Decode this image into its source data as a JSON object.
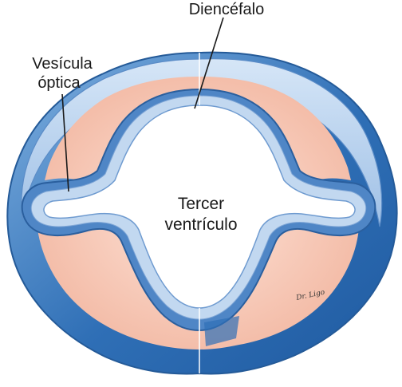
{
  "labels": {
    "diencephalon": "Diencéfalo",
    "optic_vesicle_line1": "Vesícula",
    "optic_vesicle_line2": "óptica",
    "third_ventricle_line1": "Tercer",
    "third_ventricle_line2": "ventrículo"
  },
  "signature": "Dr. Ligo",
  "colors": {
    "outer_wall": "#2f6fb6",
    "outer_wall_light": "#6e9fd6",
    "inner_wall": "#bcd3ee",
    "mesenchyme": "#f6c6b4",
    "cavity": "#ffffff",
    "leader_line": "#1a1a1a"
  }
}
